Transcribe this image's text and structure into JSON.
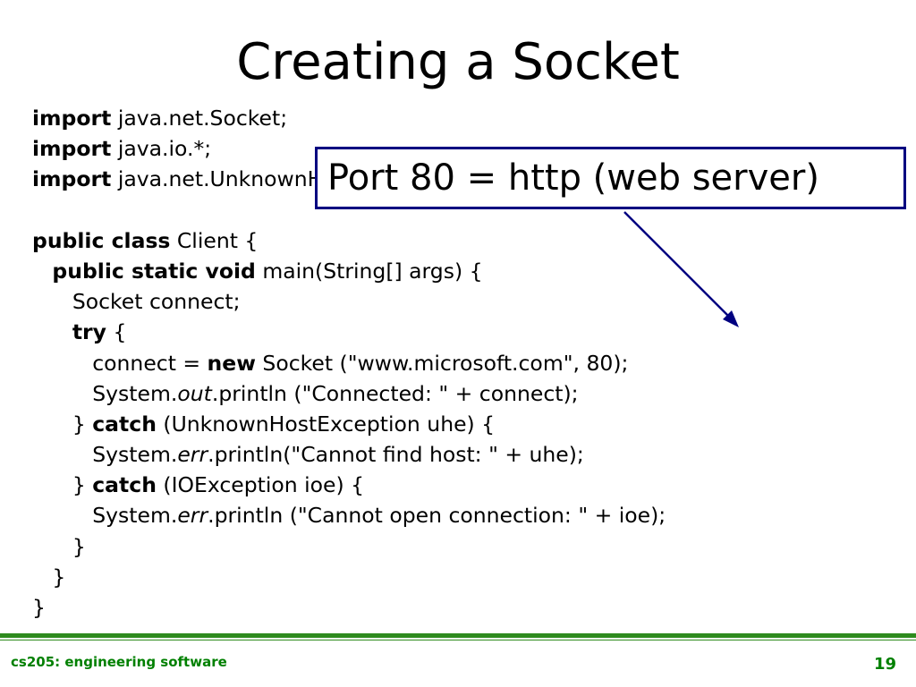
{
  "slide": {
    "title": "Creating a Socket",
    "footer_text": "cs205: engineering software",
    "page_number": "19"
  },
  "callout": {
    "text": "Port 80 = http (web server)",
    "border_color": "#000080"
  },
  "code": {
    "line1": {
      "kw": "import",
      "rest": " java.net.Socket;"
    },
    "line2": {
      "kw": "import",
      "rest": " java.io.*;"
    },
    "line3": {
      "kw": "import",
      "rest": " java.net.UnknownHostException;"
    },
    "line5": {
      "kw": "public class",
      "rest": " Client {"
    },
    "line6": {
      "indent": "   ",
      "kw": "public static void",
      "rest": " main(String[] args) {"
    },
    "line7": {
      "text": "      Socket connect;"
    },
    "line8": {
      "indent": "      ",
      "kw": "try",
      "rest": " {"
    },
    "line9": {
      "pre": "         connect = ",
      "kw": "new",
      "rest": " Socket (\"www.microsoft.com\", 80);"
    },
    "line10": {
      "pre": "         System.",
      "it": "out",
      "rest": ".println (\"Connected: \" + connect);"
    },
    "line11": {
      "pre": "      } ",
      "kw": "catch",
      "rest": " (UnknownHostException uhe) {"
    },
    "line12": {
      "pre": "         System.",
      "it": "err",
      "rest": ".println(\"Cannot find host: \" + uhe);"
    },
    "line13": {
      "pre": "      } ",
      "kw": "catch",
      "rest": " (IOException ioe) {"
    },
    "line14": {
      "pre": "         System.",
      "it": "err",
      "rest": ".println (\"Cannot open connection: \" + ioe);"
    },
    "line15": {
      "text": "      }"
    },
    "line16": {
      "text": "   }"
    },
    "line17": {
      "text": "}"
    }
  },
  "colors": {
    "accent_green": "#2e8b1e",
    "footer_text": "#008000",
    "arrow": "#000080"
  }
}
